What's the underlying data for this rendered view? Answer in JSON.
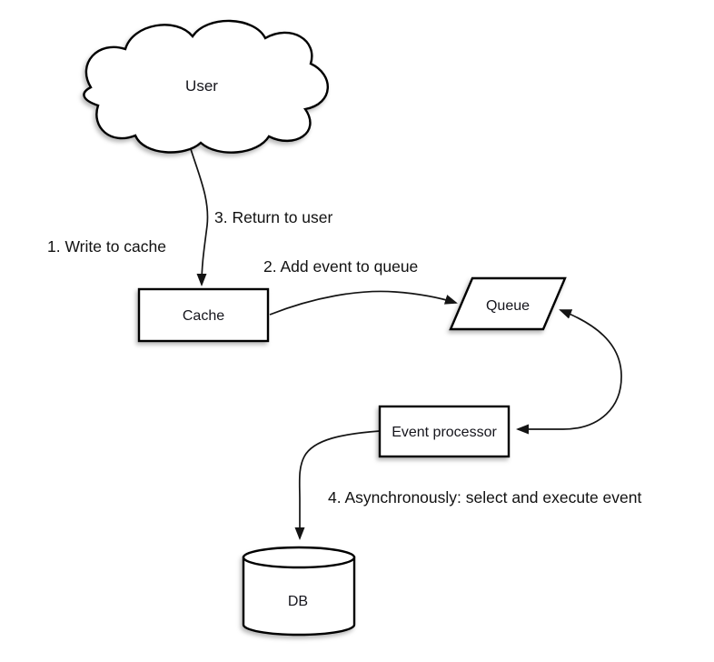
{
  "diagram": {
    "type": "flow-diagram",
    "background": "#ffffff",
    "nodes": {
      "user": {
        "label": "User",
        "shape": "cloud"
      },
      "cache": {
        "label": "Cache",
        "shape": "rectangle"
      },
      "queue": {
        "label": "Queue",
        "shape": "parallelogram"
      },
      "event_processor": {
        "label": "Event processor",
        "shape": "rectangle"
      },
      "db": {
        "label": "DB",
        "shape": "cylinder"
      }
    },
    "edge_labels": {
      "step1": "1. Write to cache",
      "step2": "2. Add event to queue",
      "step3": "3. Return to user",
      "step4": "4. Asynchronously: select and execute event"
    },
    "edges": [
      {
        "from": "user",
        "to": "cache",
        "label": "1. Write to cache / 3. Return to user",
        "style": "single-arrow"
      },
      {
        "from": "cache",
        "to": "queue",
        "label": "2. Add event to queue",
        "style": "single-arrow"
      },
      {
        "from": "queue",
        "to": "event_processor",
        "label": "",
        "style": "double-arrow"
      },
      {
        "from": "event_processor",
        "to": "db",
        "label": "4. Asynchronously: select and execute event",
        "style": "single-arrow"
      }
    ],
    "colors": {
      "stroke": "#000000",
      "line": "#141414",
      "node_fill": "#ffffff",
      "text": "#111111",
      "background": "#ffffff"
    }
  }
}
